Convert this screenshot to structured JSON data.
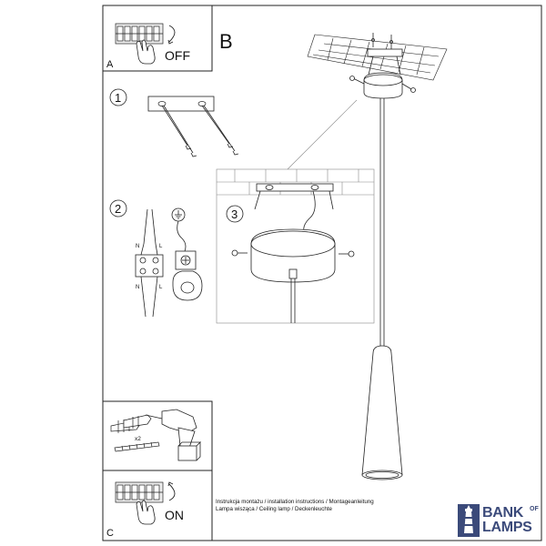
{
  "panels": {
    "a": {
      "letter": "A",
      "switch_label": "OFF"
    },
    "b": {
      "letter": "B"
    },
    "c": {
      "letter": "C",
      "switch_label": "ON"
    }
  },
  "steps": {
    "one": "1",
    "two": "2",
    "three": "3"
  },
  "wiring": {
    "terminal_n_top": "N",
    "terminal_l_top": "L",
    "terminal_n_bottom": "N",
    "terminal_l_bottom": "L"
  },
  "tools": {
    "quantity": "x2"
  },
  "caption": {
    "line1": "Instrukcja montażu / installation instructions / Montageanleitung",
    "line2": "Lampa wisząca / Ceiling lamp  / Deckenleuchte"
  },
  "logo": {
    "line1": "BANK",
    "of": "OF",
    "line2": "LAMPS",
    "color": "#3b4a7a"
  }
}
